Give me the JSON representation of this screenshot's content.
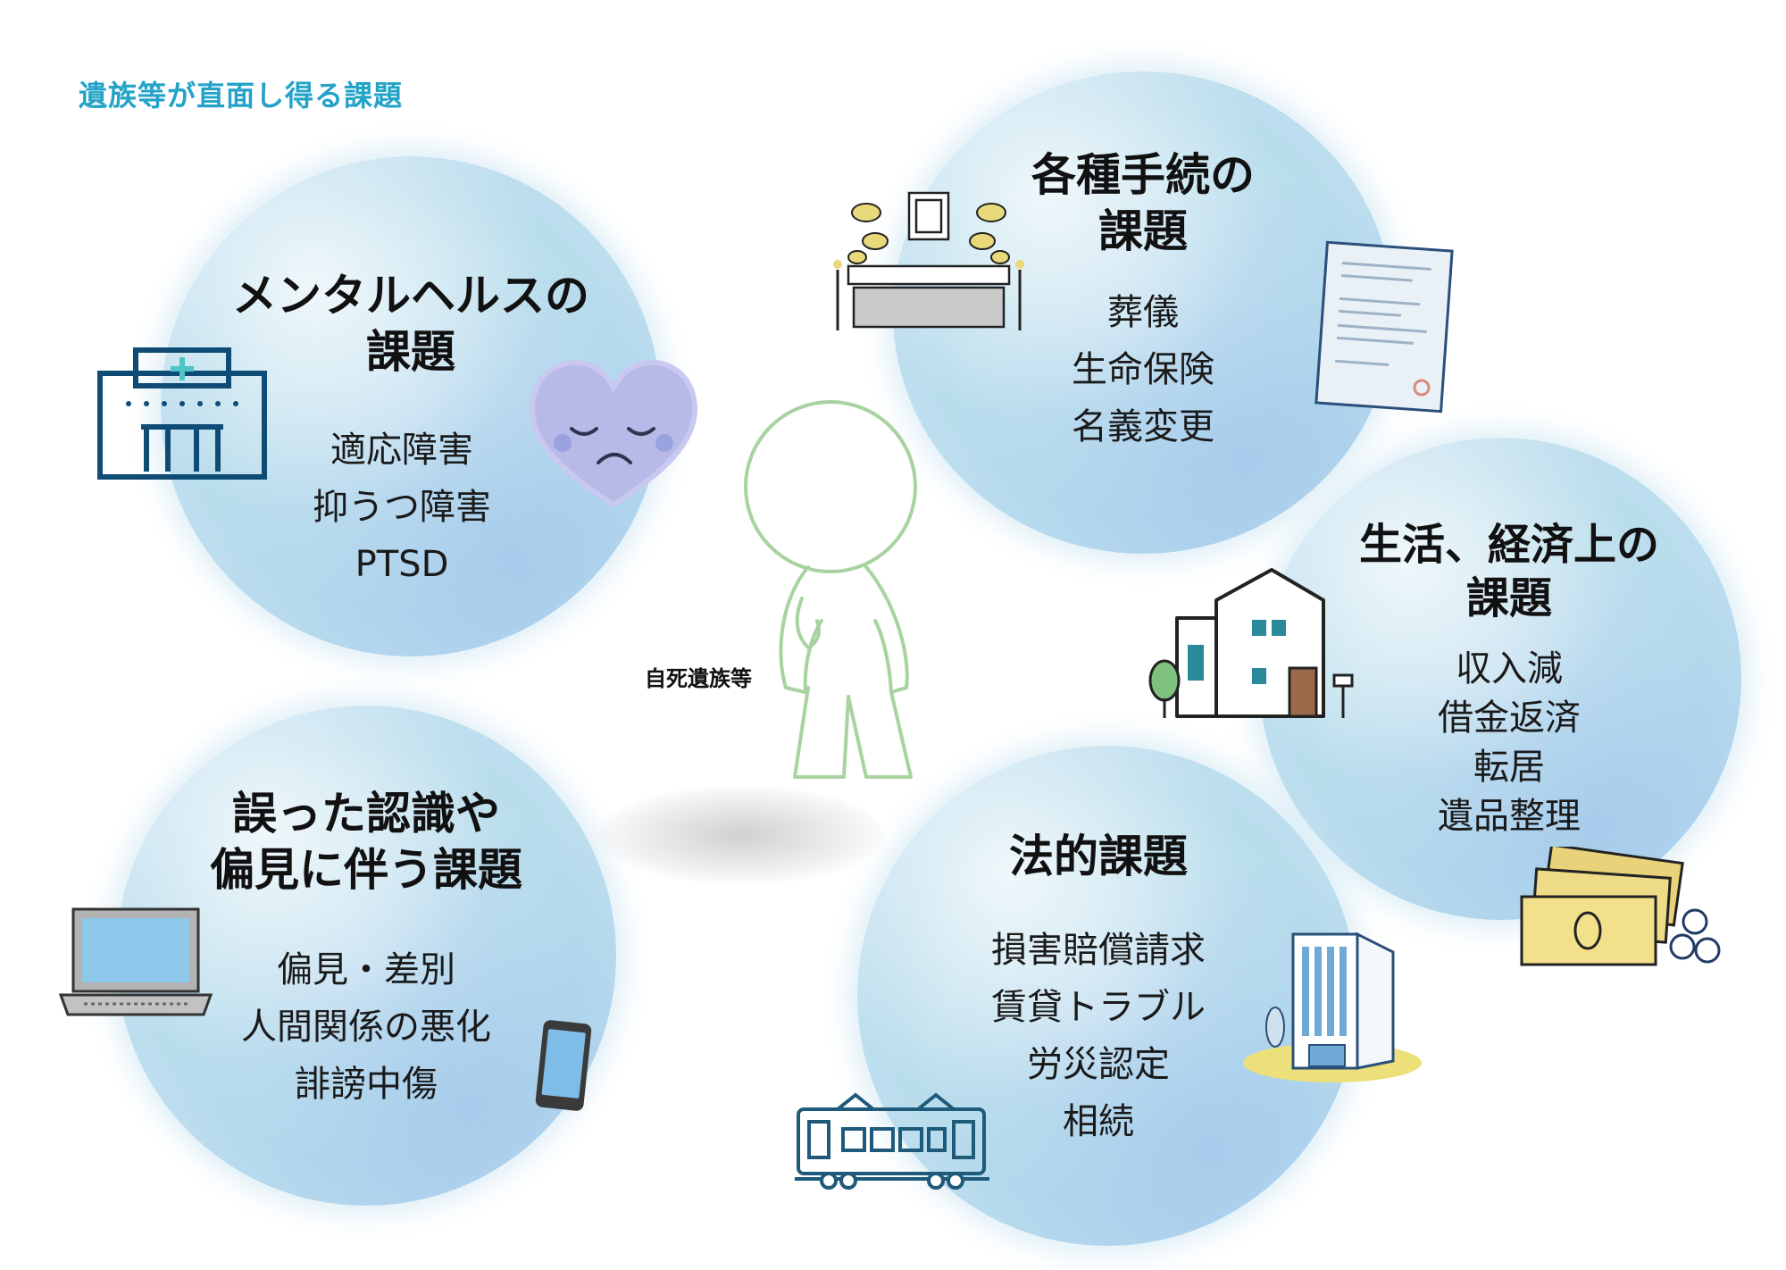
{
  "title": "遺族等が直面し得る課題",
  "center_label": "自死遺族等",
  "accent_color": "#22a3c7",
  "bubbles": {
    "mental": {
      "heading_line1": "メンタルヘルスの",
      "heading_line2": "課題",
      "items": [
        "適応障害",
        "抑うつ障害",
        "PTSD"
      ]
    },
    "procedures": {
      "heading_line1": "各種手続の",
      "heading_line2": "課題",
      "items": [
        "葬儀",
        "生命保険",
        "名義変更"
      ]
    },
    "life": {
      "heading_line1": "生活、経済上の",
      "heading_line2": "課題",
      "items": [
        "収入減",
        "借金返済",
        "転居",
        "遺品整理"
      ]
    },
    "prejudice": {
      "heading_line1": "誤った認識や",
      "heading_line2": "偏見に伴う課題",
      "items": [
        "偏見・差別",
        "人間関係の悪化",
        "誹謗中傷"
      ]
    },
    "legal": {
      "heading_line1": "法的課題",
      "items": [
        "損害賠償請求",
        "賃貸トラブル",
        "労災認定",
        "相続"
      ]
    }
  },
  "icons": [
    "hospital-icon",
    "sad-heart-icon",
    "funeral-altar-icon",
    "document-icon",
    "house-icon",
    "money-icon",
    "laptop-icon",
    "smartphone-icon",
    "office-building-icon",
    "train-icon",
    "person-figure-icon"
  ]
}
